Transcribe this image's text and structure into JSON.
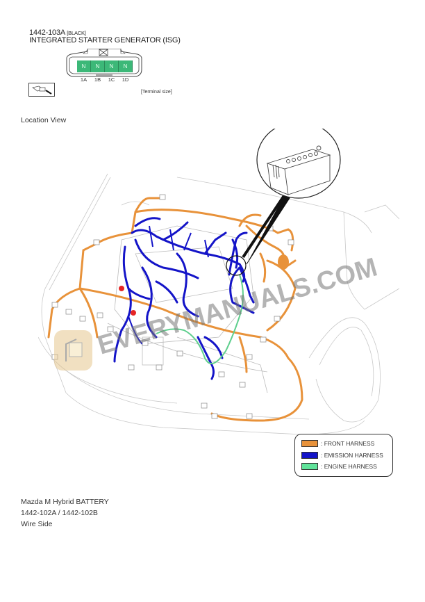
{
  "connector": {
    "id": "1442-103A",
    "color_tag": "[BLACK]",
    "name": "INTEGRATED STARTER GENERATOR (ISG)",
    "pins": [
      {
        "label": "1A",
        "value": "N"
      },
      {
        "label": "1B",
        "value": "N"
      },
      {
        "label": "1C",
        "value": "N"
      },
      {
        "label": "1D",
        "value": "N"
      }
    ],
    "pin_color": "#3cb878",
    "terminal_size_label": "[Terminal size]",
    "terminal_icon": "terminal-plug-icon"
  },
  "location_view": {
    "heading": "Location View",
    "watermark": "EVERYMANUALS.COM",
    "magnifier_target": "battery",
    "harness_colors": {
      "front": "#e8923a",
      "emission": "#1414c8",
      "engine": "#5fcf8e"
    }
  },
  "legend": {
    "items": [
      {
        "label": ": FRONT HARNESS",
        "color": "#e8923a"
      },
      {
        "label": ": EMISSION HARNESS",
        "color": "#1414c8"
      },
      {
        "label": ": ENGINE HARNESS",
        "color": "#5fe39a"
      }
    ]
  },
  "footer": {
    "line1": "Mazda M Hybrid BATTERY",
    "line2": "1442-102A / 1442-102B",
    "line3": "Wire Side"
  }
}
